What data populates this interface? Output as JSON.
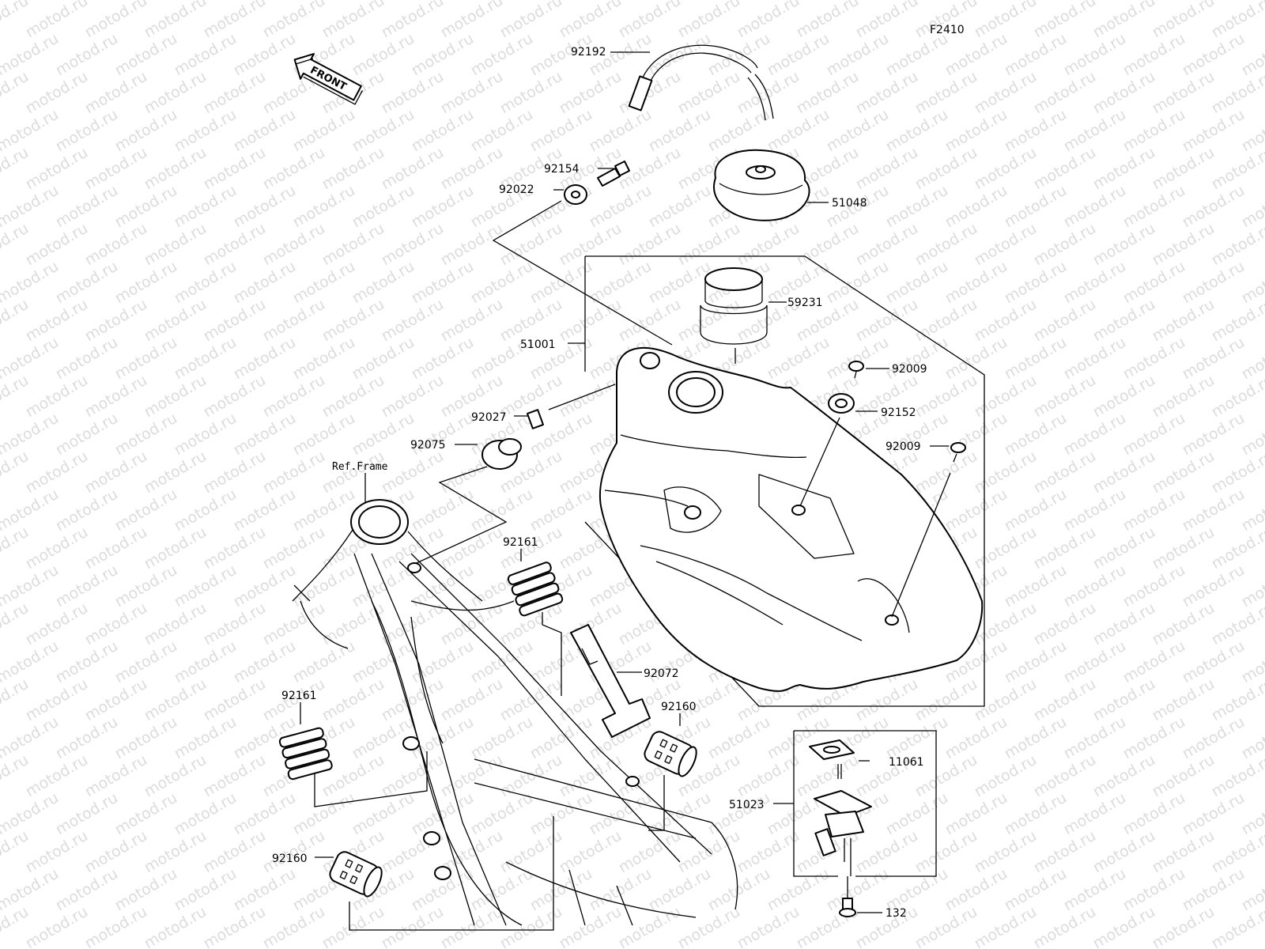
{
  "diagram_code": "F2410",
  "front_label": "FRONT",
  "ref_label": "Ref.Frame",
  "watermark": "motod.ru",
  "parts": {
    "p92192": "92192",
    "p92154": "92154",
    "p92022": "92022",
    "p51048": "51048",
    "p59231": "59231",
    "p51001": "51001",
    "p92009a": "92009",
    "p92152": "92152",
    "p92027": "92027",
    "p92009b": "92009",
    "p92075": "92075",
    "p92161a": "92161",
    "p92072": "92072",
    "p92160a": "92160",
    "p92161b": "92161",
    "p11061": "11061",
    "p51023": "51023",
    "p92160b": "92160",
    "p132": "132"
  }
}
